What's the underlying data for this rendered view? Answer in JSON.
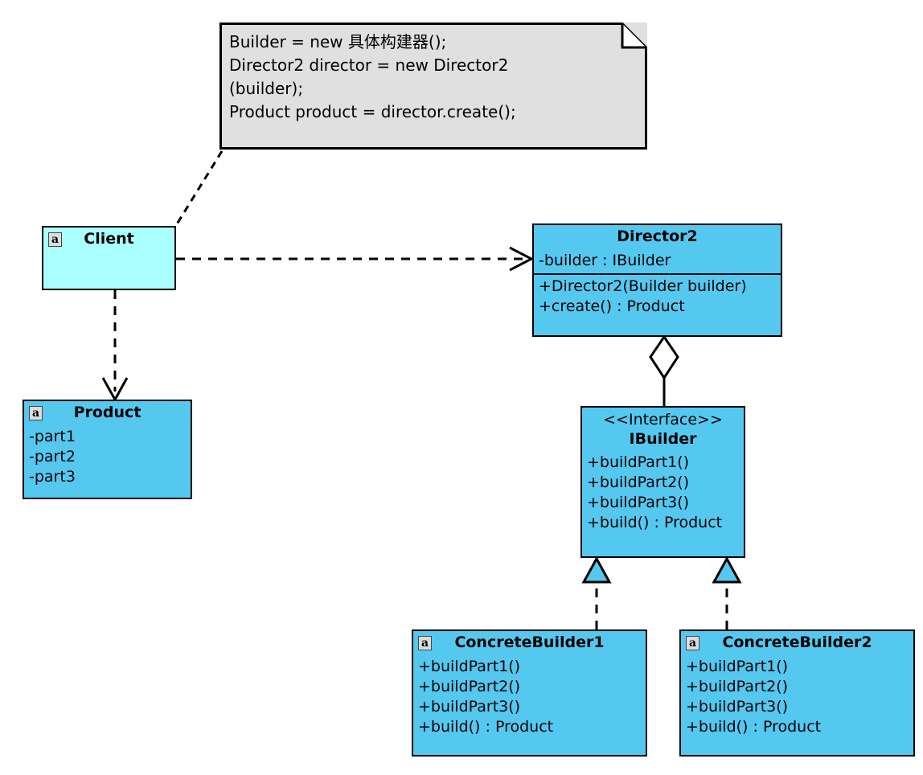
{
  "diagram": {
    "title": "Builder Pattern UML Class Diagram",
    "colors": {
      "class_fill": "#55C8F0",
      "client_fill": "#AAFFFF",
      "note_fill": "#E0E0E0",
      "line": "#000000",
      "badge_fill": "#DCDCDC"
    }
  },
  "note": {
    "icon": "note-folded-corner-icon",
    "text": "Builder = new 具体构建器();\nDirector2 director = new Director2\n(builder);\nProduct product = director.create();"
  },
  "classes": {
    "client": {
      "badge": "a",
      "name": "Client",
      "members": []
    },
    "product": {
      "badge": "a",
      "name": "Product",
      "members": [
        "-part1",
        "-part2",
        "-part3"
      ]
    },
    "director2": {
      "name": "Director2",
      "attributes": [
        "-builder : IBuilder"
      ],
      "methods": [
        "+Director2(Builder builder)",
        "+create() : Product"
      ]
    },
    "ibuilder": {
      "stereotype": "<<Interface>>",
      "name": "IBuilder",
      "methods": [
        "+buildPart1()",
        "+buildPart2()",
        "+buildPart3()",
        "+build() : Product"
      ]
    },
    "concrete_builder1": {
      "badge": "a",
      "name": "ConcreteBuilder1",
      "methods": [
        "+buildPart1()",
        "+buildPart2()",
        "+buildPart3()",
        "+build() : Product"
      ]
    },
    "concrete_builder2": {
      "badge": "a",
      "name": "ConcreteBuilder2",
      "methods": [
        "+buildPart1()",
        "+buildPart2()",
        "+buildPart3()",
        "+build() : Product"
      ]
    }
  },
  "relations": [
    {
      "id": "note-anchor",
      "kind": "note-link",
      "from": "note",
      "to": "client",
      "style": "dashed"
    },
    {
      "id": "client-director2",
      "kind": "dependency",
      "from": "client",
      "to": "director2",
      "style": "dashed",
      "arrow": "open"
    },
    {
      "id": "client-product",
      "kind": "dependency",
      "from": "client",
      "to": "product",
      "style": "dashed",
      "arrow": "open"
    },
    {
      "id": "director2-ibuilder",
      "kind": "aggregation",
      "from": "director2",
      "to": "ibuilder",
      "style": "solid",
      "arrow": "hollow-diamond"
    },
    {
      "id": "cb1-ibuilder",
      "kind": "realization",
      "from": "concrete_builder1",
      "to": "ibuilder",
      "style": "dashed",
      "arrow": "closed-triangle"
    },
    {
      "id": "cb2-ibuilder",
      "kind": "realization",
      "from": "concrete_builder2",
      "to": "ibuilder",
      "style": "dashed",
      "arrow": "closed-triangle"
    }
  ]
}
